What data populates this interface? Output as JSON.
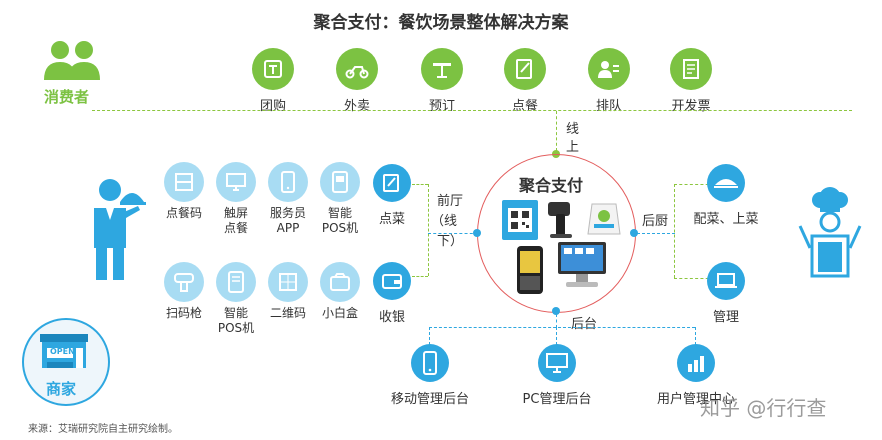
{
  "title": "聚合支付：餐饮场景整体解决方案",
  "consumer": {
    "label": "消费者"
  },
  "merchant": {
    "label": "商家",
    "sign": "OPEN"
  },
  "consumer_items": [
    {
      "icon": "group-buy-icon",
      "label": "团购"
    },
    {
      "icon": "scooter-icon",
      "label": "外卖"
    },
    {
      "icon": "table-icon",
      "label": "预订"
    },
    {
      "icon": "order-icon",
      "label": "点餐"
    },
    {
      "icon": "queue-icon",
      "label": "排队"
    },
    {
      "icon": "invoice-icon",
      "label": "开发票"
    }
  ],
  "online_label": [
    "线",
    "上"
  ],
  "center_label": "聚合支付",
  "front_label": [
    "前厅",
    "（线",
    "下）"
  ],
  "kitchen_label": "后厨",
  "backend_label": "后台",
  "device_row1": [
    {
      "icon": "menu-code-icon",
      "label": "点餐码"
    },
    {
      "icon": "touchscreen-icon",
      "label": "触屏\n点餐"
    },
    {
      "icon": "waiter-phone-icon",
      "label": "服务员\nAPP"
    },
    {
      "icon": "pos-icon",
      "label": "智能\nPOS机"
    }
  ],
  "device_row2": [
    {
      "icon": "scanner-gun-icon",
      "label": "扫码枪"
    },
    {
      "icon": "smart-pos-icon",
      "label": "智能\nPOS机"
    },
    {
      "icon": "qr-code-icon",
      "label": "二维码"
    },
    {
      "icon": "white-box-icon",
      "label": "小白盒"
    }
  ],
  "front_items": [
    {
      "icon": "order-dish-icon",
      "label": "点菜"
    },
    {
      "icon": "wallet-icon",
      "label": "收银"
    }
  ],
  "kitchen_items": [
    {
      "icon": "dish-icon",
      "label": "配菜、上菜"
    },
    {
      "icon": "laptop-icon",
      "label": "管理"
    }
  ],
  "backend_items": [
    {
      "icon": "mobile-icon",
      "label": "移动管理后台"
    },
    {
      "icon": "monitor-icon",
      "label": "PC管理后台"
    },
    {
      "icon": "chart-icon",
      "label": "用户管理中心"
    }
  ],
  "source": "来源：艾瑞研究院自主研究绘制。",
  "watermark": "知乎 @行行查",
  "colors": {
    "green": "#7cc242",
    "blue": "#2ea7e0",
    "light_blue": "#a8dcf3",
    "red": "#e35d5d"
  }
}
